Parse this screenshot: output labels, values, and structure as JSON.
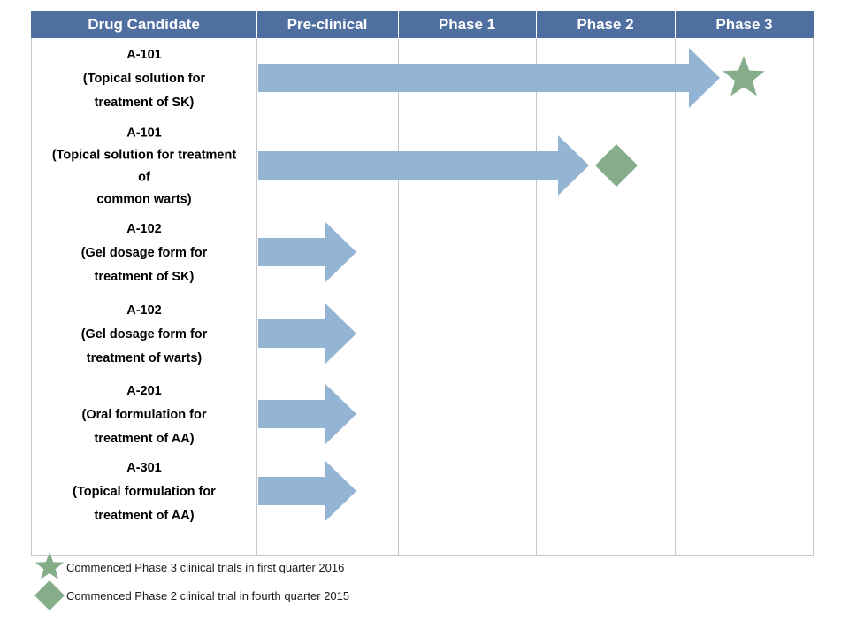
{
  "header": {
    "columns": [
      "Drug Candidate",
      "Pre-clinical",
      "Phase 1",
      "Phase 2",
      "Phase 3"
    ]
  },
  "candidates": [
    {
      "lines": [
        "A-101",
        "(Topical solution for",
        "treatment of SK)"
      ],
      "reached": 4,
      "milestone": "star"
    },
    {
      "lines": [
        "A-101",
        "(Topical solution for treatment",
        "of",
        "common warts)"
      ],
      "reached": 3,
      "milestone": "diamond"
    },
    {
      "lines": [
        "A-102",
        "(Gel dosage form for",
        "treatment of SK)"
      ],
      "reached": 1
    },
    {
      "lines": [
        "A-102",
        "(Gel dosage form for",
        "treatment of warts)"
      ],
      "reached": 1
    },
    {
      "lines": [
        "A-201",
        "(Oral formulation for",
        "treatment of AA)"
      ],
      "reached": 1
    },
    {
      "lines": [
        "A-301",
        "(Topical formulation for",
        "treatment of AA)"
      ],
      "reached": 1
    }
  ],
  "legend": [
    {
      "icon": "star",
      "text": "Commenced Phase 3 clinical trials in first quarter 2016"
    },
    {
      "icon": "diamond",
      "text": "Commenced Phase 2 clinical trial in fourth quarter 2015"
    }
  ],
  "colors": {
    "header_bg": "#4f6fa1",
    "arrow": "#94b4d4",
    "milestone": "#86ad8a",
    "grid": "#c8c8c8"
  }
}
